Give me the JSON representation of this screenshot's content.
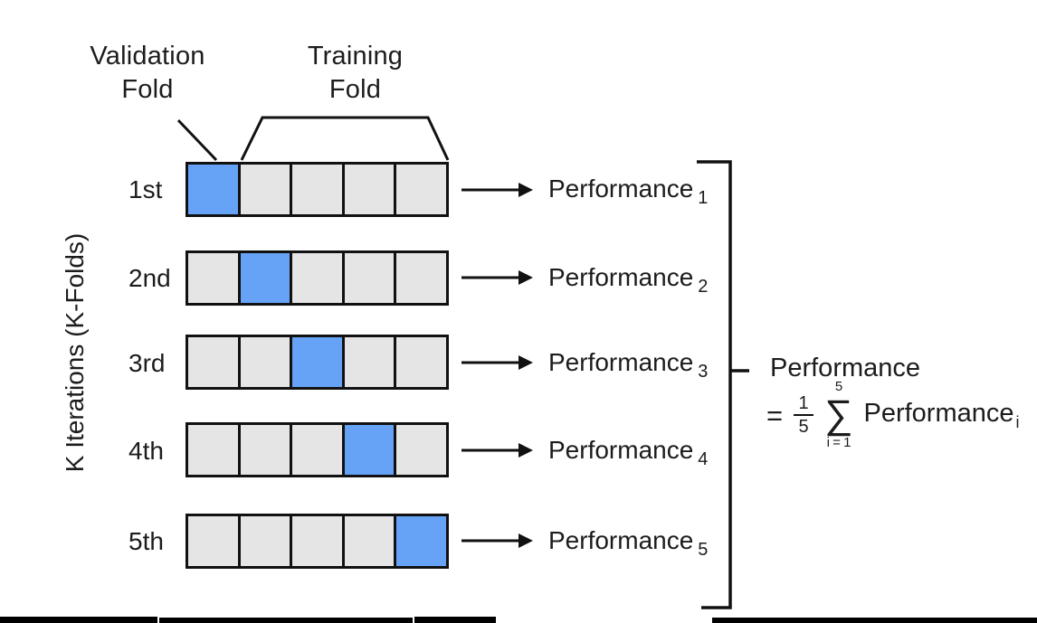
{
  "diagram": {
    "validation_fold_label": "Validation\nFold",
    "training_fold_label": "Training\nFold",
    "k_iterations_label": "K Iterations (K-Folds)",
    "folds_per_row": 5,
    "rows": [
      {
        "label": "1st",
        "validation_index": 0,
        "performance": "Performance",
        "subscript": "1"
      },
      {
        "label": "2nd",
        "validation_index": 1,
        "performance": "Performance",
        "subscript": "2"
      },
      {
        "label": "3rd",
        "validation_index": 2,
        "performance": "Performance",
        "subscript": "3"
      },
      {
        "label": "4th",
        "validation_index": 3,
        "performance": "Performance",
        "subscript": "4"
      },
      {
        "label": "5th",
        "validation_index": 4,
        "performance": "Performance",
        "subscript": "5"
      }
    ],
    "formula": {
      "lhs": "Performance",
      "equals": "=",
      "fraction": {
        "numerator": "1",
        "denominator": "5"
      },
      "sum": {
        "symbol": "∑",
        "upper": "5",
        "lower": "i = 1"
      },
      "term": "Performance",
      "term_subscript": "i"
    },
    "colors": {
      "validation_fill": "#66a3f7",
      "training_fill": "#e5e5e5",
      "line": "#111111",
      "text": "#1c1c1c"
    }
  }
}
